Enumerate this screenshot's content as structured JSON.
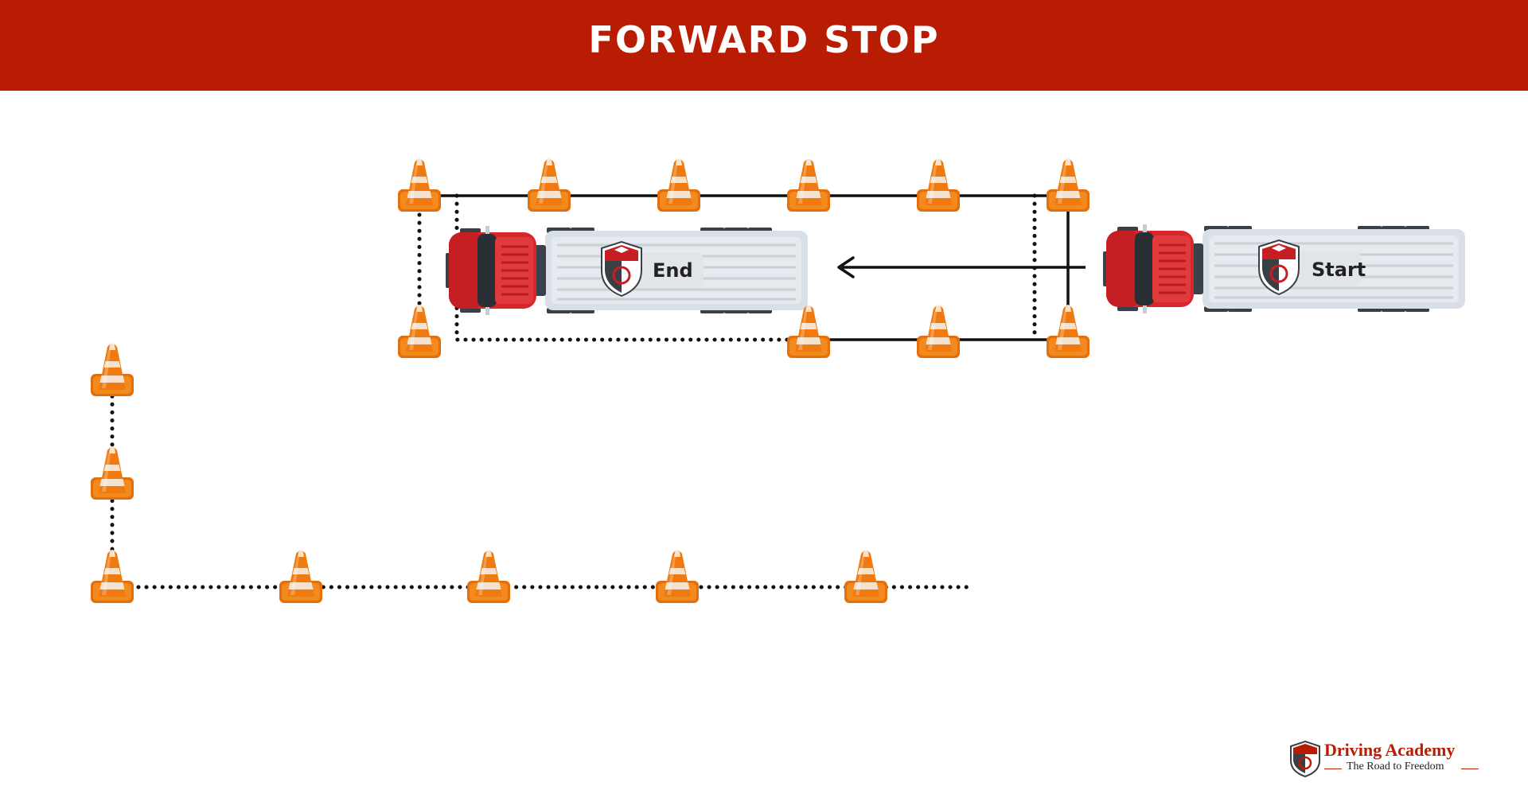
{
  "header": {
    "title": "FORWARD STOP"
  },
  "trucks": [
    {
      "id": "end",
      "label": "End"
    },
    {
      "id": "start",
      "label": "Start"
    }
  ],
  "logo": {
    "name": "Driving Academy",
    "tagline": "The Road to Freedom"
  },
  "colors": {
    "header_bg": "#b81c02",
    "cone_orange": "#f07a10",
    "cone_stripe": "#f6e2cc",
    "cab_red": "#d9262a",
    "trailer_gray": "#d9dfe6",
    "line": "#111111"
  }
}
